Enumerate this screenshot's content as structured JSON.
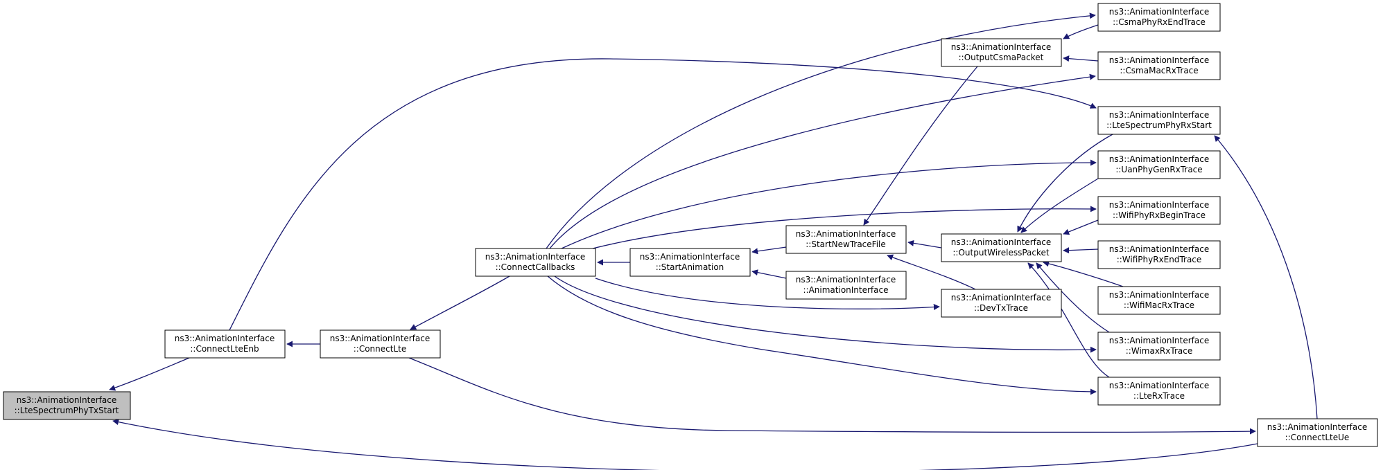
{
  "colors": {
    "edge": "#191970",
    "node_border": "#000000",
    "root_fill": "#bfbfbf",
    "node_fill": "#ffffff"
  },
  "nodes": {
    "root": {
      "line1": "ns3::AnimationInterface",
      "line2": "::LteSpectrumPhyTxStart"
    },
    "connect_lte_enb": {
      "line1": "ns3::AnimationInterface",
      "line2": "::ConnectLteEnb"
    },
    "connect_lte": {
      "line1": "ns3::AnimationInterface",
      "line2": "::ConnectLte"
    },
    "connect_callbacks": {
      "line1": "ns3::AnimationInterface",
      "line2": "::ConnectCallbacks"
    },
    "start_animation": {
      "line1": "ns3::AnimationInterface",
      "line2": "::StartAnimation"
    },
    "start_new_trace_file": {
      "line1": "ns3::AnimationInterface",
      "line2": "::StartNewTraceFile"
    },
    "animation_interface": {
      "line1": "ns3::AnimationInterface",
      "line2": "::AnimationInterface"
    },
    "output_csma_packet": {
      "line1": "ns3::AnimationInterface",
      "line2": "::OutputCsmaPacket"
    },
    "output_wireless_packet": {
      "line1": "ns3::AnimationInterface",
      "line2": "::OutputWirelessPacket"
    },
    "dev_tx_trace": {
      "line1": "ns3::AnimationInterface",
      "line2": "::DevTxTrace"
    },
    "csma_phy_rx_end_trace": {
      "line1": "ns3::AnimationInterface",
      "line2": "::CsmaPhyRxEndTrace"
    },
    "csma_mac_rx_trace": {
      "line1": "ns3::AnimationInterface",
      "line2": "::CsmaMacRxTrace"
    },
    "lte_spectrum_phy_rx_start": {
      "line1": "ns3::AnimationInterface",
      "line2": "::LteSpectrumPhyRxStart"
    },
    "uan_phy_gen_rx_trace": {
      "line1": "ns3::AnimationInterface",
      "line2": "::UanPhyGenRxTrace"
    },
    "wifi_phy_rx_begin_trace": {
      "line1": "ns3::AnimationInterface",
      "line2": "::WifiPhyRxBeginTrace"
    },
    "wifi_phy_rx_end_trace": {
      "line1": "ns3::AnimationInterface",
      "line2": "::WifiPhyRxEndTrace"
    },
    "wifi_mac_rx_trace": {
      "line1": "ns3::AnimationInterface",
      "line2": "::WifiMacRxTrace"
    },
    "wimax_rx_trace": {
      "line1": "ns3::AnimationInterface",
      "line2": "::WimaxRxTrace"
    },
    "lte_rx_trace": {
      "line1": "ns3::AnimationInterface",
      "line2": "::LteRxTrace"
    },
    "connect_lte_ue": {
      "line1": "ns3::AnimationInterface",
      "line2": "::ConnectLteUe"
    }
  },
  "edges": [
    {
      "from": "connect_lte_enb",
      "to": "root"
    },
    {
      "from": "connect_lte_ue",
      "to": "root"
    },
    {
      "from": "connect_lte",
      "to": "connect_lte_enb"
    },
    {
      "from": "connect_callbacks",
      "to": "connect_lte"
    },
    {
      "from": "start_animation",
      "to": "connect_callbacks"
    },
    {
      "from": "start_new_trace_file",
      "to": "start_animation"
    },
    {
      "from": "animation_interface",
      "to": "start_animation"
    },
    {
      "from": "output_csma_packet",
      "to": "start_new_trace_file"
    },
    {
      "from": "output_wireless_packet",
      "to": "start_new_trace_file"
    },
    {
      "from": "dev_tx_trace",
      "to": "start_new_trace_file"
    },
    {
      "from": "connect_callbacks",
      "to": "dev_tx_trace"
    },
    {
      "from": "csma_phy_rx_end_trace",
      "to": "output_csma_packet"
    },
    {
      "from": "csma_mac_rx_trace",
      "to": "output_csma_packet"
    },
    {
      "from": "connect_callbacks",
      "to": "csma_phy_rx_end_trace"
    },
    {
      "from": "connect_callbacks",
      "to": "csma_mac_rx_trace"
    },
    {
      "from": "connect_lte_enb",
      "to": "lte_spectrum_phy_rx_start"
    },
    {
      "from": "connect_lte_ue",
      "to": "lte_spectrum_phy_rx_start"
    },
    {
      "from": "lte_spectrum_phy_rx_start",
      "to": "output_wireless_packet"
    },
    {
      "from": "uan_phy_gen_rx_trace",
      "to": "output_wireless_packet"
    },
    {
      "from": "wifi_phy_rx_begin_trace",
      "to": "output_wireless_packet"
    },
    {
      "from": "wifi_phy_rx_end_trace",
      "to": "output_wireless_packet"
    },
    {
      "from": "wifi_mac_rx_trace",
      "to": "output_wireless_packet"
    },
    {
      "from": "wimax_rx_trace",
      "to": "output_wireless_packet"
    },
    {
      "from": "lte_rx_trace",
      "to": "output_wireless_packet"
    },
    {
      "from": "connect_callbacks",
      "to": "uan_phy_gen_rx_trace"
    },
    {
      "from": "connect_callbacks",
      "to": "wifi_phy_rx_begin_trace"
    },
    {
      "from": "connect_callbacks",
      "to": "wimax_rx_trace"
    },
    {
      "from": "connect_callbacks",
      "to": "lte_rx_trace"
    },
    {
      "from": "connect_lte",
      "to": "connect_lte_ue"
    }
  ]
}
